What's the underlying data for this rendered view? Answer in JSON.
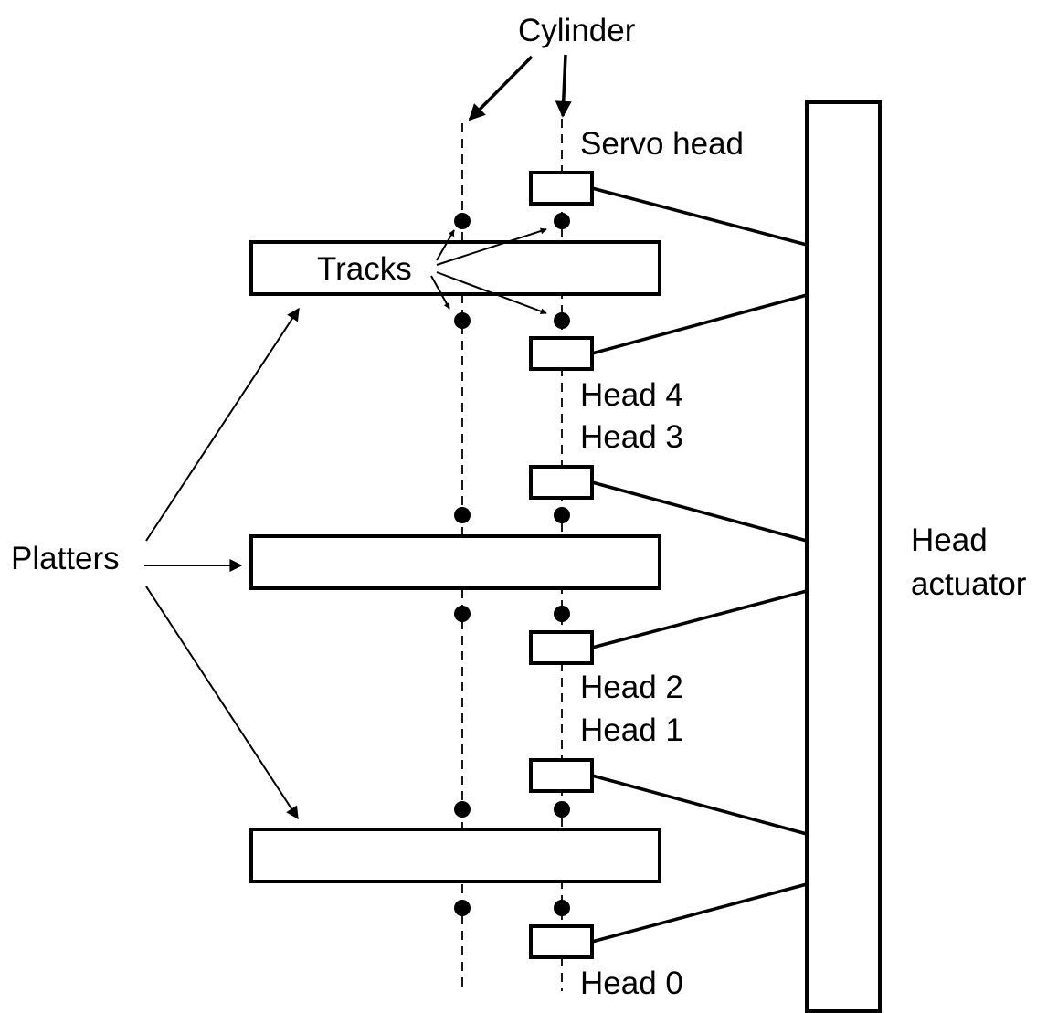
{
  "labels": {
    "cylinder": "Cylinder",
    "servo_head": "Servo head",
    "tracks": "Tracks",
    "platters": "Platters",
    "head_actuator_line1": "Head",
    "head_actuator_line2": "actuator",
    "head_4": "Head 4",
    "head_3": "Head 3",
    "head_2": "Head 2",
    "head_1": "Head 1",
    "head_0": "Head 0"
  },
  "colors": {
    "ink": "#000000",
    "background": "#ffffff"
  }
}
